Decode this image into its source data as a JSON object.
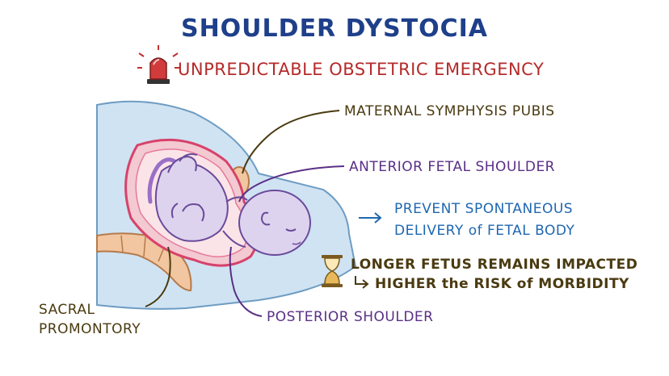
{
  "title": "SHOULDER DYSTOCIA",
  "subtitle": "UNPREDICTABLE OBSTETRIC EMERGENCY",
  "labels": {
    "maternal_symphysis_pubis": "MATERNAL SYMPHYSIS PUBIS",
    "anterior_fetal_shoulder": "ANTERIOR FETAL SHOULDER",
    "prevent_line1": "PREVENT SPONTANEOUS",
    "prevent_line2": "DELIVERY of FETAL BODY",
    "impacted_line1": "LONGER FETUS REMAINS IMPACTED",
    "impacted_line2": "HIGHER the RISK of MORBIDITY",
    "sacral_line1": "SACRAL",
    "sacral_line2": "PROMONTORY",
    "posterior_shoulder": "POSTERIOR SHOULDER"
  },
  "icons": [
    "siren-icon",
    "hourglass-icon",
    "arrow-right-icon",
    "arrow-down-right-icon"
  ],
  "colors": {
    "title": "#1e3f8a",
    "alert": "#b52a2a",
    "maternal": "#cfe3f3",
    "uterus": "#d7426a",
    "fetus": "#ddd3ee",
    "fetus_outline": "#6a4a9a",
    "bone": "#f1c6a0"
  }
}
